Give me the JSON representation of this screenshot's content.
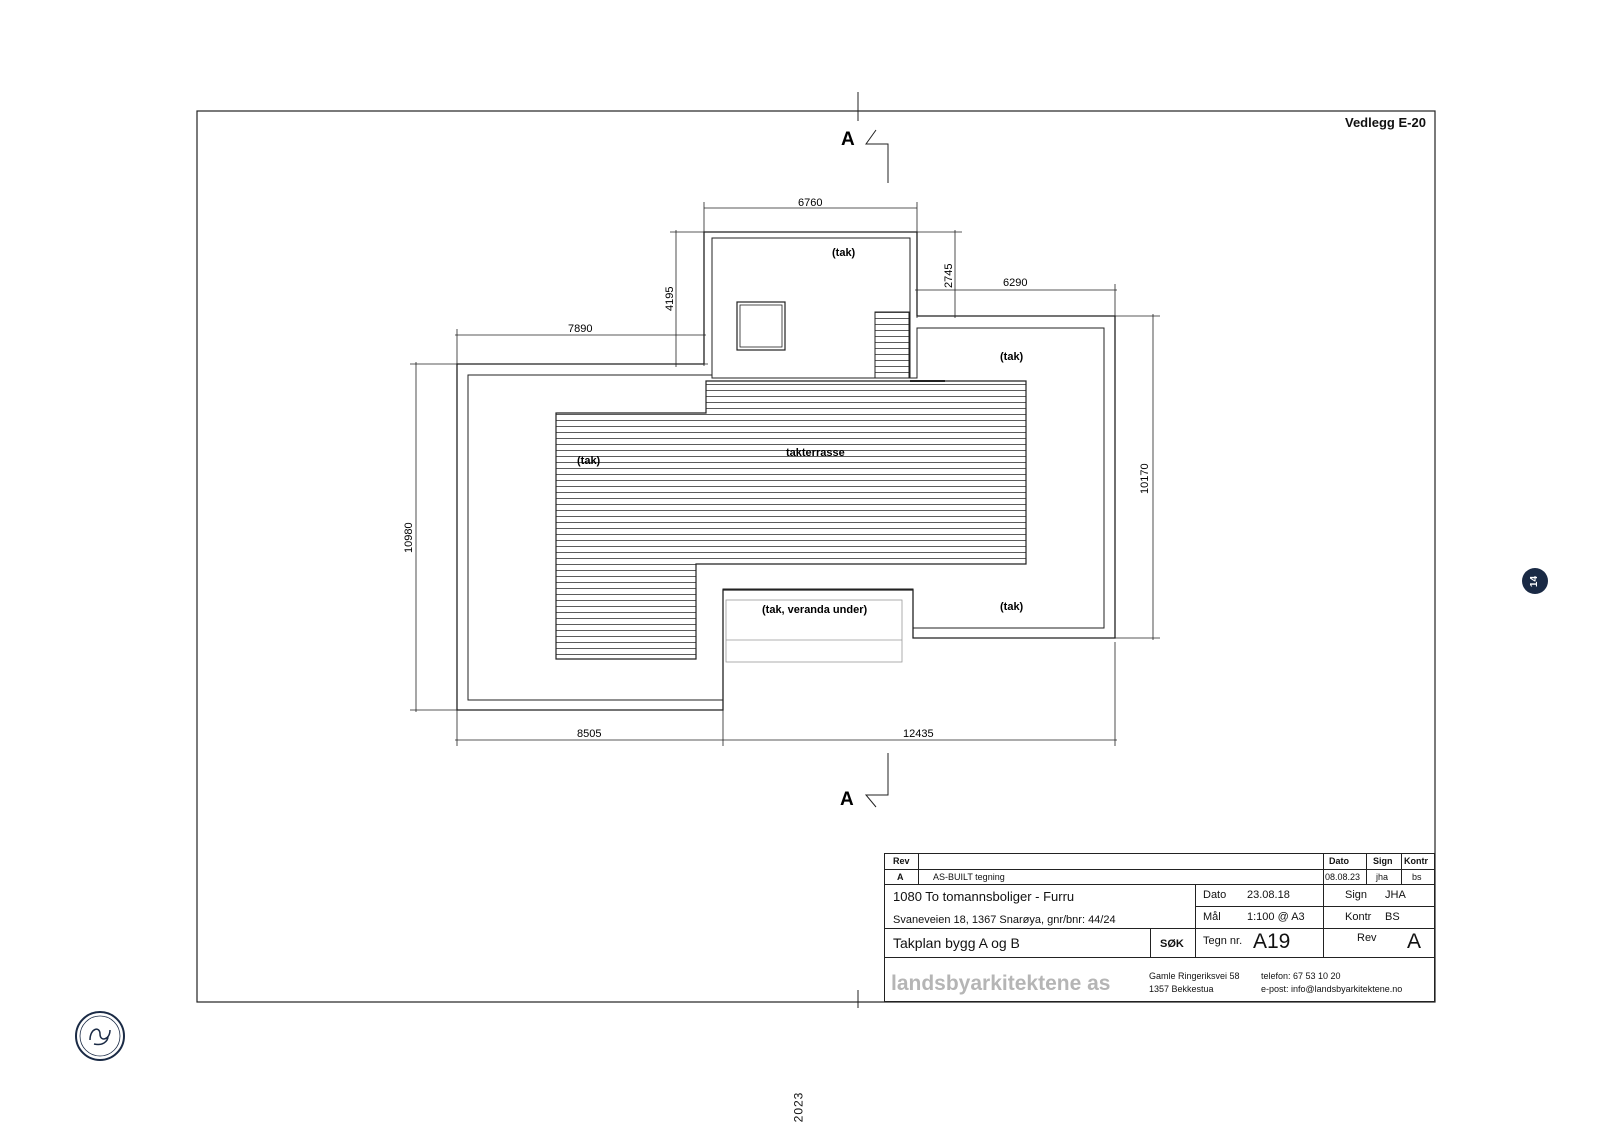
{
  "sheet": {
    "attachment_label": "Vedlegg E-20",
    "page_number": "14",
    "year": "2023"
  },
  "section_marker": {
    "label": "A"
  },
  "dimensions": {
    "top_width": "6760",
    "left_tower": "4195",
    "right_offset": "2745",
    "right_width": "6290",
    "left_width": "7890",
    "left_height": "10980",
    "right_height": "10170",
    "bottom_left": "8505",
    "bottom_right": "12435"
  },
  "rooms": {
    "tak_top": "(tak)",
    "tak_right": "(tak)",
    "tak_left": "(tak)",
    "tak_bottom_right": "(tak)",
    "takterrasse": "takterrasse",
    "veranda": "(tak, veranda under)"
  },
  "title_block": {
    "rev_header": "Rev",
    "date_header": "Dato",
    "sign_header": "Sign",
    "kontr_header": "Kontr",
    "rev_row": {
      "rev": "A",
      "description": "AS-BUILT tegning",
      "date": "08.08.23",
      "sign": "jha",
      "kontr": "bs"
    },
    "project": "1080 To tomannsboliger - Furru",
    "address": "Svaneveien 18, 1367 Snarøya, gnr/bnr: 44/24",
    "drawing_title": "Takplan bygg A og B",
    "phase": "SØK",
    "dato_label": "Dato",
    "dato_value": "23.08.18",
    "sign_label": "Sign",
    "sign_value": "JHA",
    "mal_label": "Mål",
    "mal_value": "1:100 @ A3",
    "kontr_label": "Kontr",
    "kontr_value": "BS",
    "tegn_label": "Tegn nr.",
    "tegn_value": "A19",
    "rev_label": "Rev",
    "rev_value": "A",
    "firm": "landsbyarkitektene as",
    "firm_address_1": "Gamle Ringeriksvei 58",
    "firm_address_2": "1357 Bekkestua",
    "phone": "telefon: 67 53 10 20",
    "email": "e-post: info@landsbyarkitektene.no"
  }
}
